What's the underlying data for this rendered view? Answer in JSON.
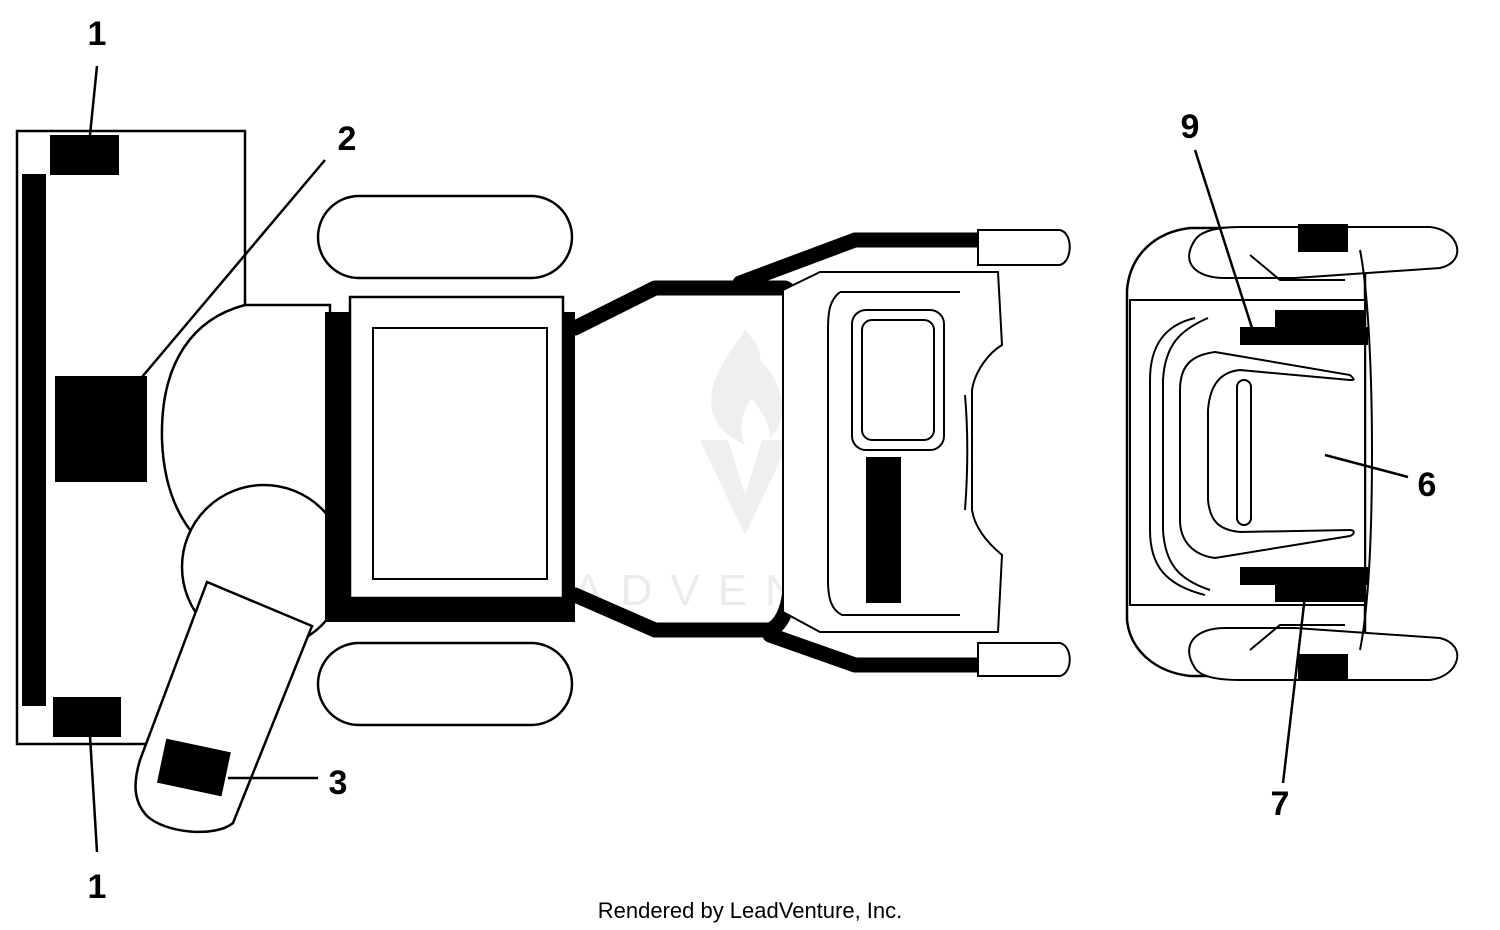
{
  "diagram": {
    "callouts": [
      {
        "id": "1-top",
        "label": "1"
      },
      {
        "id": "2",
        "label": "2"
      },
      {
        "id": "3",
        "label": "3"
      },
      {
        "id": "1-bottom",
        "label": "1"
      },
      {
        "id": "9",
        "label": "9"
      },
      {
        "id": "6",
        "label": "6"
      },
      {
        "id": "7",
        "label": "7"
      }
    ],
    "watermark": "LEADVENTURE",
    "caption": "Rendered by LeadVenture, Inc."
  },
  "colors": {
    "line": "#000000",
    "background": "#ffffff",
    "watermark": "#ececec"
  }
}
